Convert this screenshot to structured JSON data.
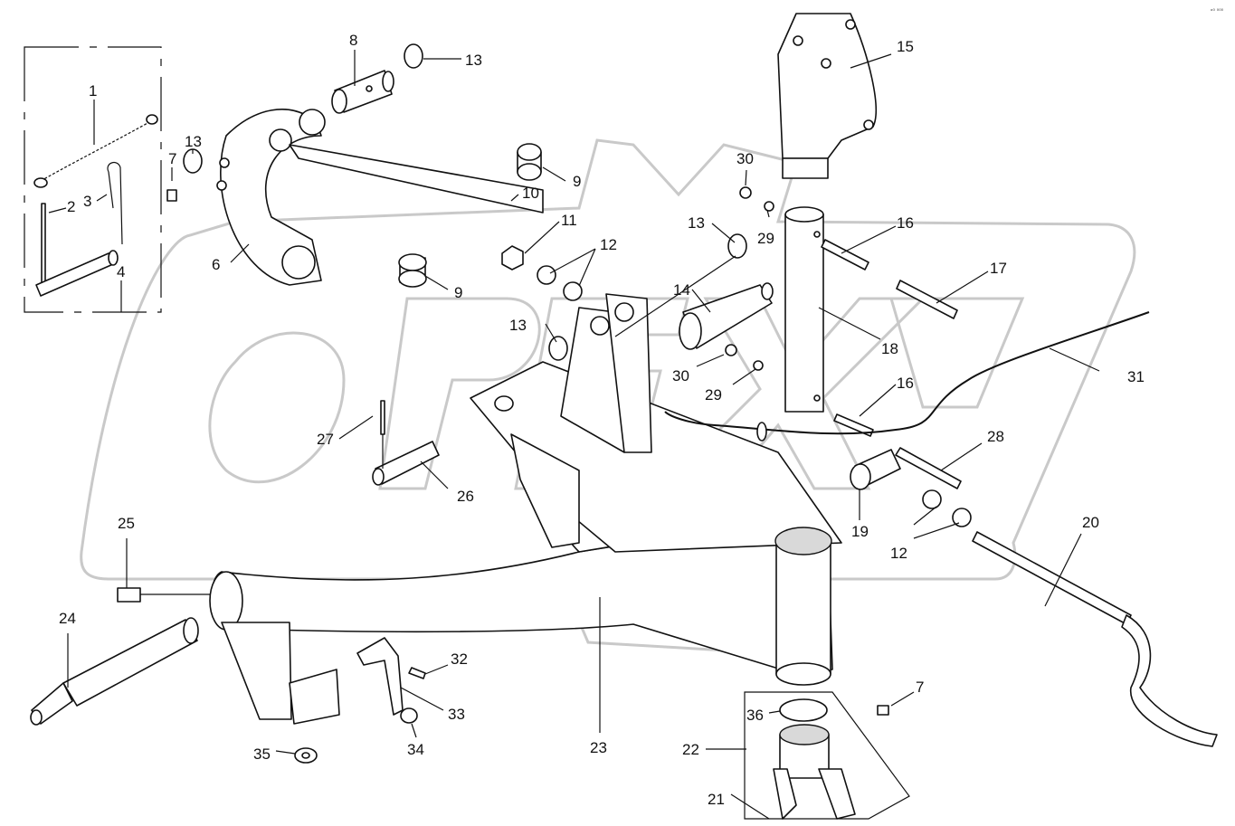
{
  "diagram": {
    "corner_mark": "ᵒ⁰ ⁰⁰⁰",
    "watermark": "OPEX",
    "callouts": [
      "1",
      "2",
      "3",
      "4",
      "6",
      "7",
      "8",
      "9",
      "10",
      "11",
      "12",
      "13",
      "14",
      "15",
      "16",
      "17",
      "18",
      "19",
      "20",
      "21",
      "22",
      "23",
      "24",
      "25",
      "26",
      "27",
      "28",
      "29",
      "30",
      "31",
      "32",
      "33",
      "34",
      "35",
      "36"
    ]
  }
}
